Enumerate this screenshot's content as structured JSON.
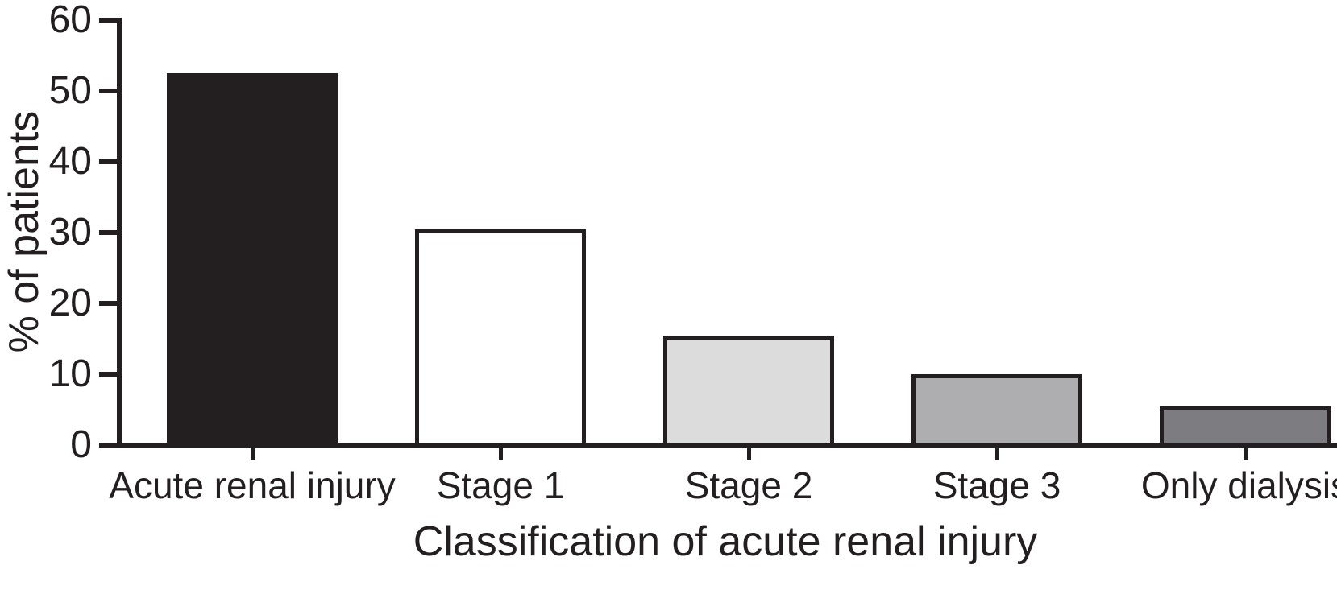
{
  "chart_data": {
    "type": "bar",
    "title": "",
    "xlabel": "Classification of acute renal injury",
    "ylabel": "% of patients",
    "categories": [
      "Acute renal injury",
      "Stage 1",
      "Stage 2",
      "Stage 3",
      "Only dialysis"
    ],
    "values": [
      52.5,
      30.5,
      15.5,
      10,
      5.5
    ],
    "ylim": [
      0,
      60
    ],
    "yticks": [
      0,
      10,
      20,
      30,
      40,
      50,
      60
    ],
    "bar_colors": [
      "#231f20",
      "#ffffff",
      "#dcdcdd",
      "#aeaeb0",
      "#7d7d81"
    ],
    "bar_border_color": "#231f20",
    "ink_color": "#231f20",
    "background_color": "#ffffff",
    "grid": false,
    "legend_position": "none"
  }
}
